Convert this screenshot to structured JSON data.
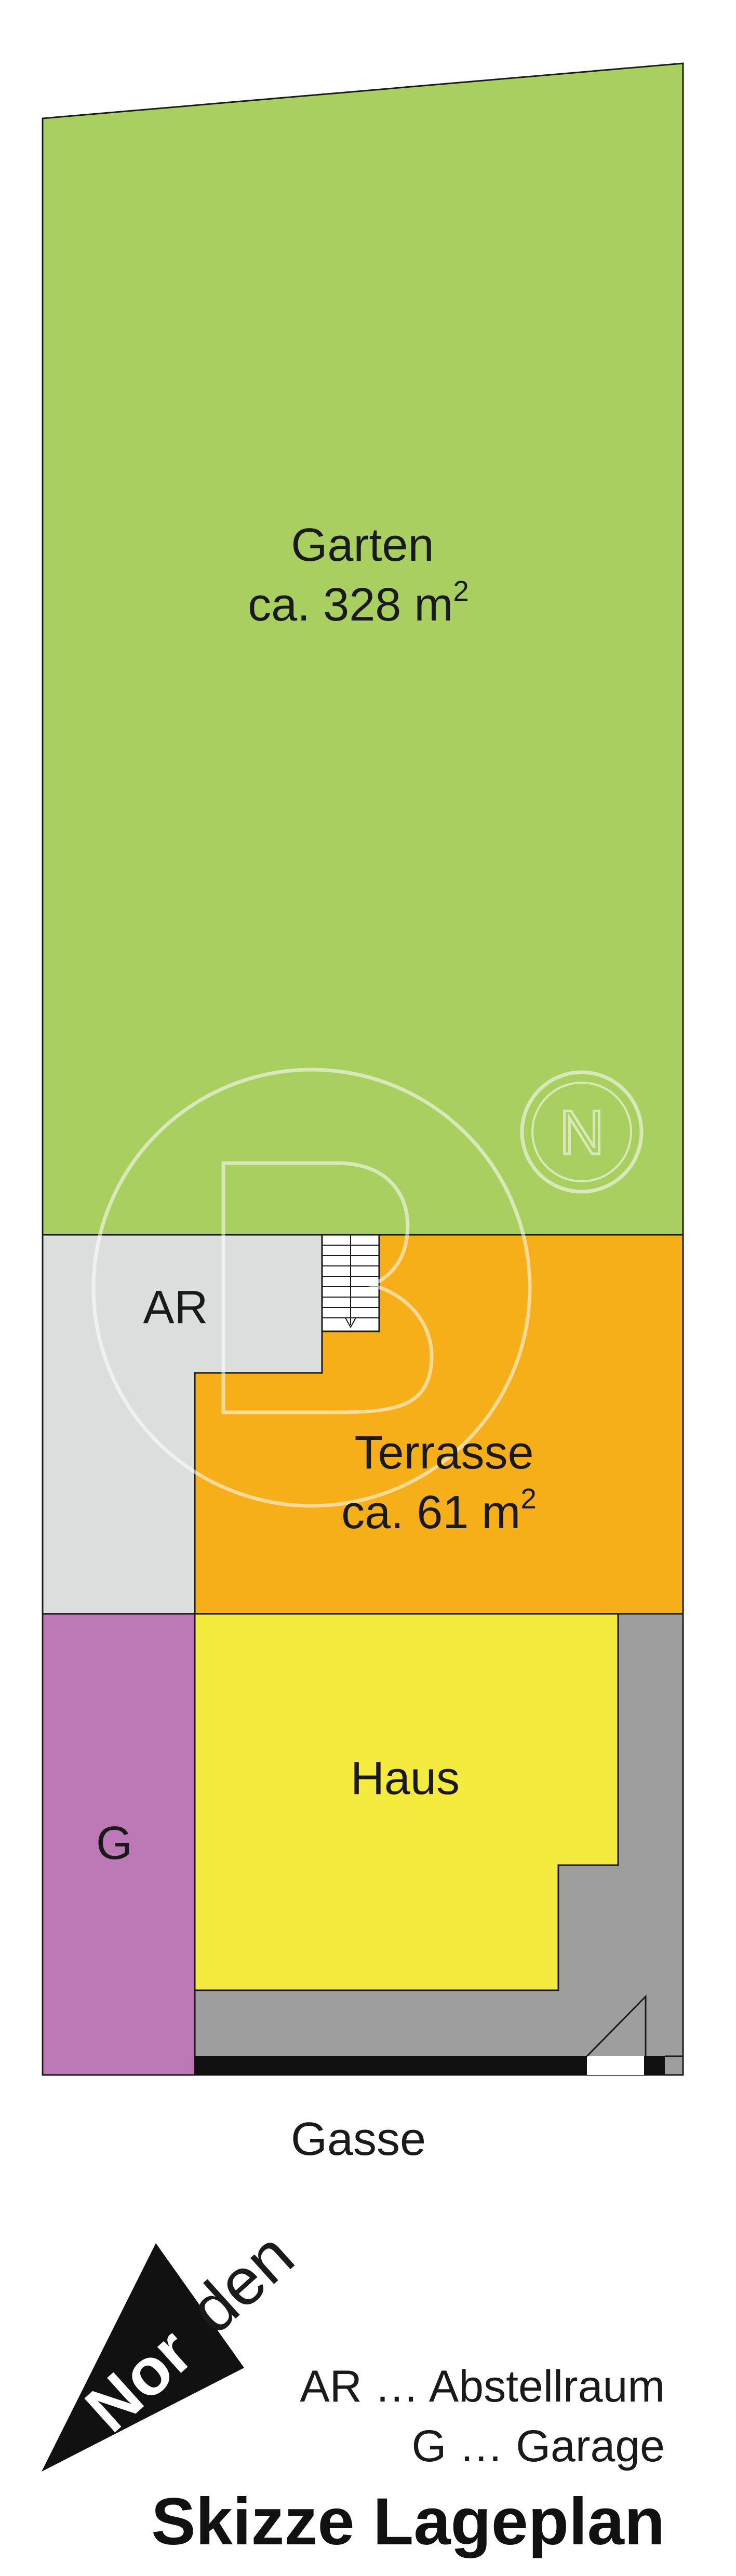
{
  "colors": {
    "garden": "#a8cf5f",
    "terrace": "#f6ae19",
    "house": "#f5ea3e",
    "garage": "#bd79b6",
    "storage": "#dcdedd",
    "path": "#9e9e9e",
    "outline": "#1a1a1a"
  },
  "areas": {
    "garden_name": "Garten",
    "garden_size": "ca. 328 m",
    "garden_sup": "2",
    "storage_name": "AR",
    "terrace_name": "Terrasse",
    "terrace_size": "ca. 61 m",
    "terrace_sup": "2",
    "house_name": "Haus",
    "garage_name": "G"
  },
  "street": "Gasse",
  "north": {
    "label_1": "Nor",
    "label_2": "den"
  },
  "legend": {
    "line1": "AR … Abstellraum",
    "line2": "G … Garage"
  },
  "title": "Skizze Lageplan",
  "watermark_icon": "b-n-logo-watermark"
}
